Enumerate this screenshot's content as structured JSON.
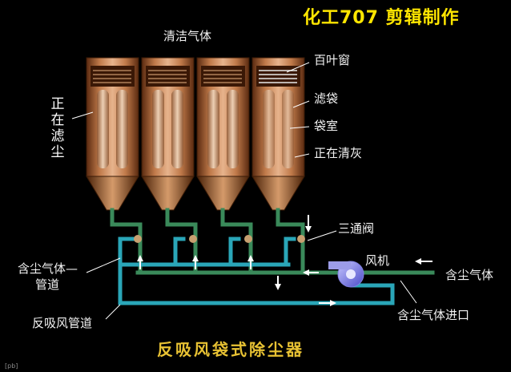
{
  "header": {
    "watermark": "化工707 剪辑制作",
    "top_label": "清洁气体"
  },
  "labels": {
    "louver": "百叶窗",
    "filter_bag": "滤袋",
    "bag_chamber": "袋室",
    "cleaning": "正在清灰",
    "filtering": [
      "正",
      "在",
      "滤",
      "尘"
    ],
    "three_way_valve": "三通阀",
    "fan": "风机",
    "dusty_gas_right": "含尘气体",
    "dusty_gas_pipe_1": "含尘气体—",
    "dusty_gas_pipe_2": "管道",
    "reverse_air_pipe": "反吸风管道",
    "dusty_gas_inlet": "含尘气体进口"
  },
  "caption": "反吸风袋式除尘器",
  "corner_mark": "[pb]"
}
